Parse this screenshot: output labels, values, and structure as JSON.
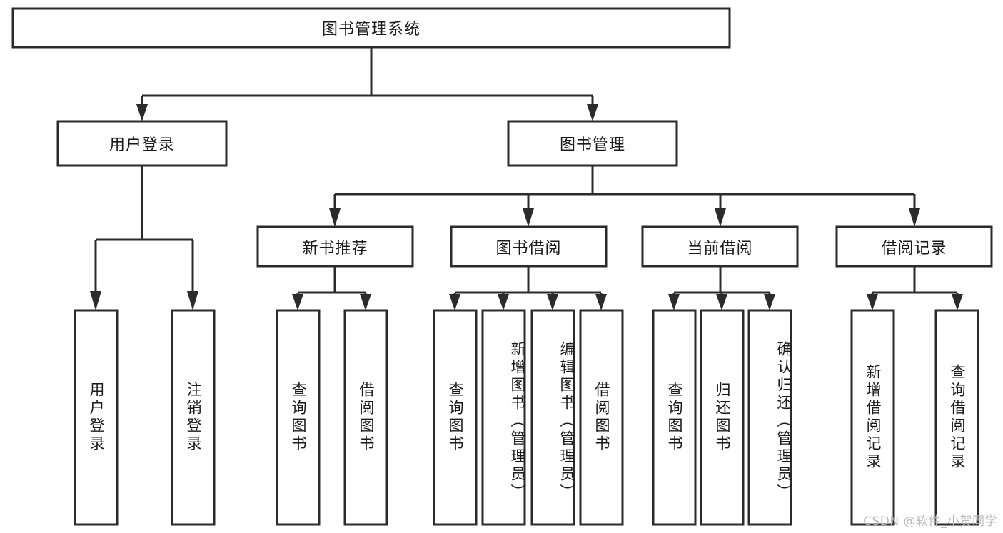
{
  "diagram": {
    "type": "tree-hierarchy-flowchart",
    "title": "图书管理系统",
    "colors": {
      "stroke": "#2b2b2b",
      "fill": "#ffffff",
      "text": "#1a1a1a",
      "watermark": "#b9b9b9",
      "background": "#ffffff"
    },
    "root": {
      "label": "图书管理系统",
      "orientation": "horizontal"
    },
    "level2": [
      {
        "label": "用户登录",
        "orientation": "horizontal"
      },
      {
        "label": "图书管理",
        "orientation": "horizontal"
      }
    ],
    "level3": [
      {
        "label": "新书推荐",
        "orientation": "horizontal",
        "parent": "图书管理"
      },
      {
        "label": "图书借阅",
        "orientation": "horizontal",
        "parent": "图书管理"
      },
      {
        "label": "当前借阅",
        "orientation": "horizontal",
        "parent": "图书管理"
      },
      {
        "label": "借阅记录",
        "orientation": "horizontal",
        "parent": "图书管理"
      }
    ],
    "leaves": [
      {
        "label": "用户登录",
        "orientation": "vertical",
        "parent": "用户登录"
      },
      {
        "label": "注销登录",
        "orientation": "vertical",
        "parent": "用户登录"
      },
      {
        "label": "查询图书",
        "orientation": "vertical",
        "parent": "新书推荐"
      },
      {
        "label": "借阅图书",
        "orientation": "vertical",
        "parent": "新书推荐"
      },
      {
        "label": "查询图书",
        "orientation": "vertical",
        "parent": "图书借阅"
      },
      {
        "label": "新增图书（管理员）",
        "orientation": "vertical",
        "parent": "图书借阅"
      },
      {
        "label": "编辑图书（管理员）",
        "orientation": "vertical",
        "parent": "图书借阅"
      },
      {
        "label": "借阅图书",
        "orientation": "vertical",
        "parent": "图书借阅"
      },
      {
        "label": "查询图书",
        "orientation": "vertical",
        "parent": "当前借阅"
      },
      {
        "label": "归还图书",
        "orientation": "vertical",
        "parent": "当前借阅"
      },
      {
        "label": "确认归还（管理员）",
        "orientation": "vertical",
        "parent": "当前借阅"
      },
      {
        "label": "新增借阅记录",
        "orientation": "vertical",
        "parent": "借阅记录"
      },
      {
        "label": "查询借阅记录",
        "orientation": "vertical",
        "parent": "借阅记录"
      }
    ]
  },
  "watermark": {
    "text": "CSDN @软件_小贺同学"
  }
}
